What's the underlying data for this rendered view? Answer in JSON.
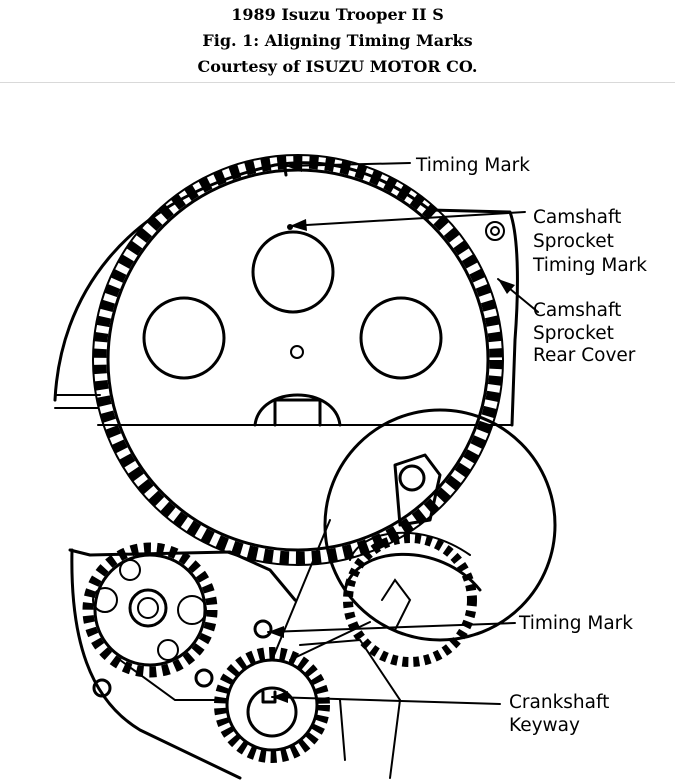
{
  "header": {
    "line1": "1989 Isuzu Trooper II S",
    "line2": "Fig. 1: Aligning Timing Marks",
    "line3": "Courtesy of ISUZU MOTOR CO."
  },
  "labels": {
    "timing_mark_top": "Timing Mark",
    "cam_timing_1": "Camshaft",
    "cam_timing_2": "Sprocket",
    "cam_timing_3": "Timing Mark",
    "rear_cover_1": "Camshaft",
    "rear_cover_2": "Sprocket",
    "rear_cover_3": "Rear Cover",
    "timing_mark_bottom": "Timing Mark",
    "crank_1": "Crankshaft",
    "crank_2": "Keyway"
  }
}
